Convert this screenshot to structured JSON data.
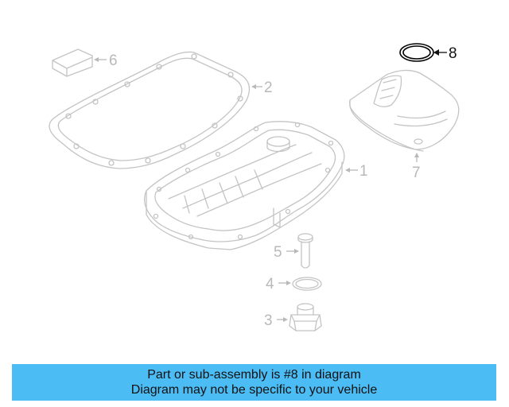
{
  "callouts": {
    "c1": "1",
    "c2": "2",
    "c3": "3",
    "c4": "4",
    "c5": "5",
    "c6": "6",
    "c7": "7",
    "c8": "8"
  },
  "highlighted_callout": "8",
  "colors": {
    "banner": "#4cbcf5",
    "line_art": "#c4c4c4",
    "highlight": "#000000"
  },
  "banner": {
    "line1": "Part or sub-assembly is #8 in diagram",
    "line2": "Diagram may not be specific to your vehicle"
  }
}
